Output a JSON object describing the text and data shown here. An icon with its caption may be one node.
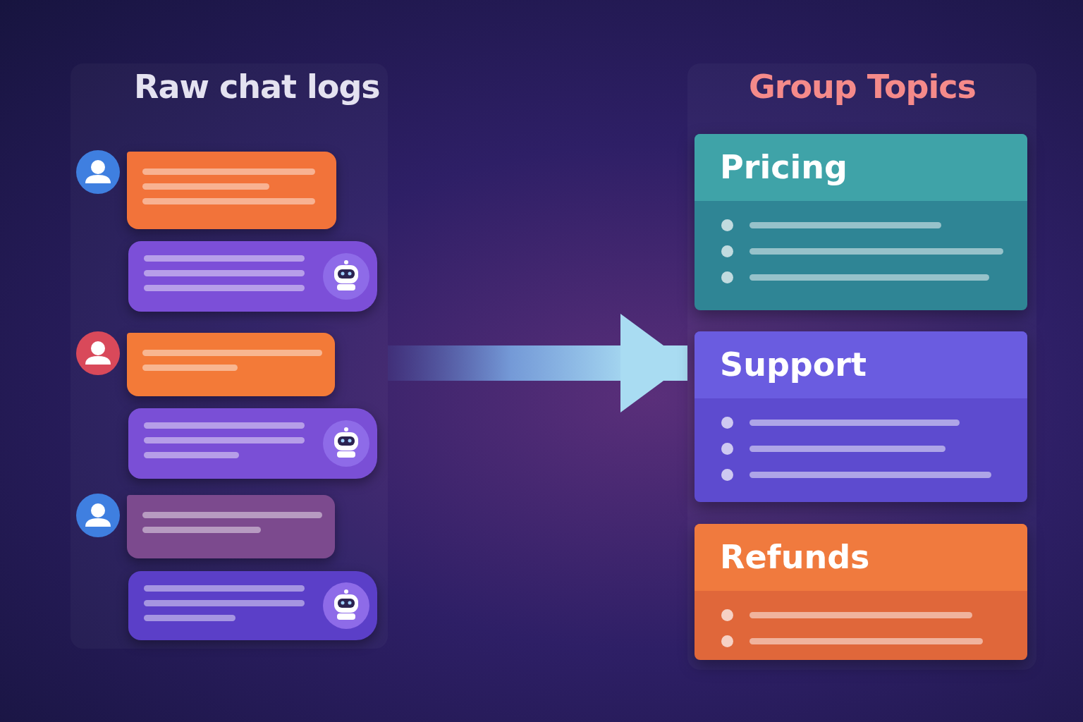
{
  "diagram": {
    "nodes": [
      {
        "text": [
          "Raw chat logs"
        ]
      },
      {
        "text": [],
        "shape": "box",
        "in": 0
      },
      {
        "text": [],
        "shape": "box",
        "in": 0
      },
      {
        "text": [],
        "shape": "box",
        "in": 0
      },
      {
        "text": [],
        "shape": "box",
        "in": 0
      },
      {
        "text": [],
        "shape": "box",
        "in": 0
      },
      {
        "text": [],
        "shape": "box",
        "in": 0
      },
      {
        "text": [
          "Group Topics"
        ]
      },
      {
        "text": [
          "Pricing"
        ],
        "in": 7
      },
      {
        "text": [
          "Support"
        ],
        "in": 7
      },
      {
        "text": [
          "Refunds"
        ],
        "in": 7
      }
    ],
    "edges": [
      {
        "from": 0,
        "to": 7,
        "arrow": "to"
      }
    ]
  }
}
